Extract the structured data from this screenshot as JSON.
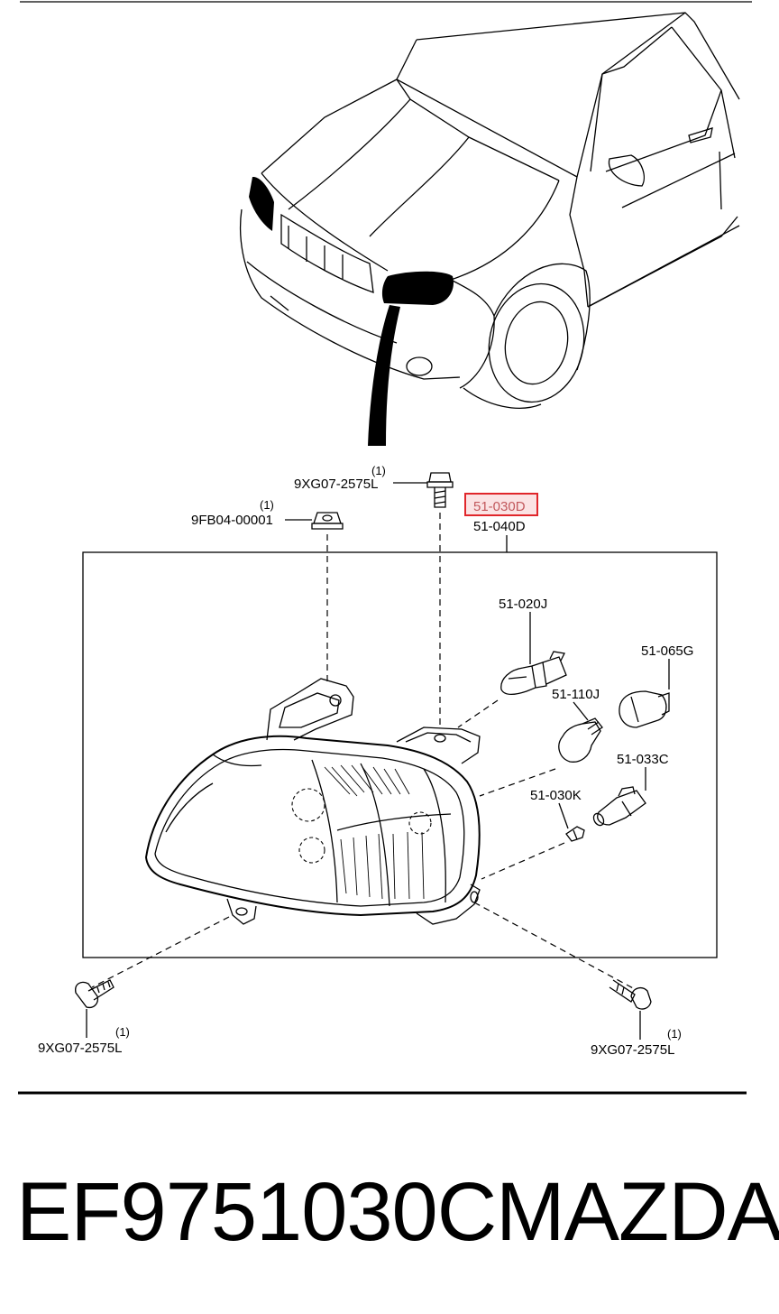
{
  "parts": {
    "bolt_top": {
      "qty": "(1)",
      "code": "9XG07-2575L"
    },
    "nut": {
      "qty": "(1)",
      "code": "9FB04-00001"
    },
    "headlamp_r": {
      "code": "51-030D",
      "highlighted": true
    },
    "headlamp_l": {
      "code": "51-040D"
    },
    "bulb_main": {
      "code": "51-020J"
    },
    "bulb_turn": {
      "code": "51-110J"
    },
    "socket_turn": {
      "code": "51-065G"
    },
    "socket_pos": {
      "code": "51-033C"
    },
    "bulb_pos": {
      "code": "51-030K"
    },
    "bolt_left": {
      "qty": "(1)",
      "code": "9XG07-2575L"
    },
    "bolt_right": {
      "qty": "(1)",
      "code": "9XG07-2575L"
    }
  },
  "footer": {
    "part_number": "EF9751030C",
    "brand": "MAZDA"
  },
  "colors": {
    "highlight_stroke": "#e0262b",
    "highlight_fill": "#fbe3e4",
    "ink": "#000000"
  }
}
